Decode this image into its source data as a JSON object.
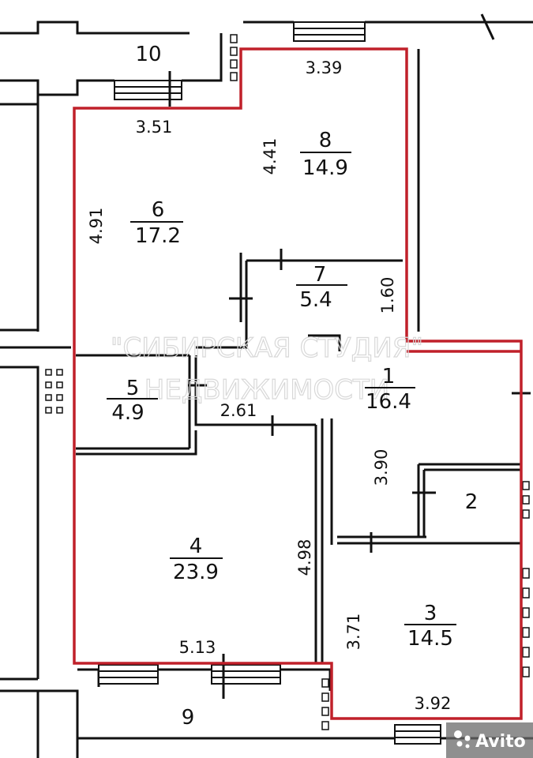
{
  "rooms": [
    {
      "id": "r1",
      "number": "1",
      "area": "16.4"
    },
    {
      "id": "r2",
      "number": "2"
    },
    {
      "id": "r3",
      "number": "3",
      "area": "14.5"
    },
    {
      "id": "r4",
      "number": "4",
      "area": "23.9"
    },
    {
      "id": "r5",
      "number": "5",
      "area": "4.9"
    },
    {
      "id": "r6",
      "number": "6",
      "area": "17.2"
    },
    {
      "id": "r7",
      "number": "7",
      "area": "5.4"
    },
    {
      "id": "r8",
      "number": "8",
      "area": "14.9"
    },
    {
      "id": "r9",
      "number": "9"
    },
    {
      "id": "r10",
      "number": "10"
    }
  ],
  "dimensions": {
    "d_3_39": "3.39",
    "d_3_51": "3.51",
    "d_4_41": "4.41",
    "d_4_91": "4.91",
    "d_1_60": "1.60",
    "d_2_61": "2.61",
    "d_3_90": "3.90",
    "d_4_98": "4.98",
    "d_3_71": "3.71",
    "d_5_13": "5.13",
    "d_3_92": "3.92"
  },
  "watermark": {
    "line1": "\"СИБИРСКАЯ СТУДИЯ\"",
    "line2": "НЕДВИЖИМОСТИ"
  },
  "logo": {
    "text": "Avito",
    "icon": "avito-dots-icon"
  },
  "colors": {
    "outline": "#c0202a",
    "wall": "#111111"
  }
}
